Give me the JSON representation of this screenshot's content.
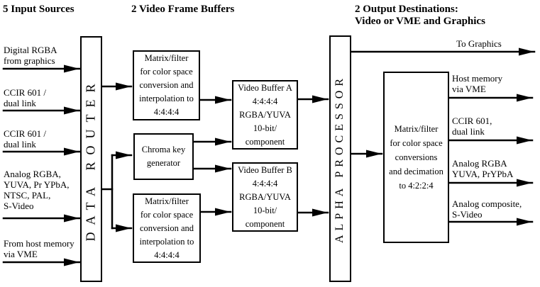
{
  "headers": {
    "input_sources": "5 Input Sources",
    "frame_buffers": "2 Video Frame Buffers",
    "output_destinations": "2 Output Destinations:\nVideo or VME and Graphics"
  },
  "input_labels": [
    {
      "label": "Digital RGBA\nfrom graphics"
    },
    {
      "label": "CCIR 601 /\ndual link"
    },
    {
      "label": "CCIR 601 /\ndual link"
    },
    {
      "label": "Analog RGBA,\nYUVA, Pr YPbA,\nNTSC, PAL,\nS-Video"
    },
    {
      "label": "From host memory\nvia VME"
    }
  ],
  "blocks": {
    "data_router": "DATA ROUTER",
    "matrix_top": "Matrix/filter\nfor color space\nconversion and\ninterpolation to\n4:4:4:4",
    "chroma_key": "Chroma key\ngenerator",
    "matrix_bottom": "Matrix/filter\nfor color space\nconversion and\ninterpolation to\n4:4:4:4",
    "video_buffer_a": "Video Buffer A\n4:4:4:4\nRGBA/YUVA\n10-bit/\ncomponent",
    "video_buffer_b": "Video Buffer B\n4:4:4:4\nRGBA/YUVA\n10-bit/\ncomponent",
    "alpha_processor": "ALPHA PROCESSOR",
    "matrix_output": "Matrix/filter\nfor color space\nconversions\nand decimation\nto 4:2:2:4"
  },
  "output_labels": [
    {
      "label": "To Graphics"
    },
    {
      "label": "Host memory\nvia VME"
    },
    {
      "label": "CCIR 601,\ndual link"
    },
    {
      "label": "Analog RGBA\nYUVA, PrYPbA"
    },
    {
      "label": "Analog composite,\nS-Video"
    }
  ],
  "colors": {
    "line": "#000000",
    "background": "#ffffff"
  }
}
